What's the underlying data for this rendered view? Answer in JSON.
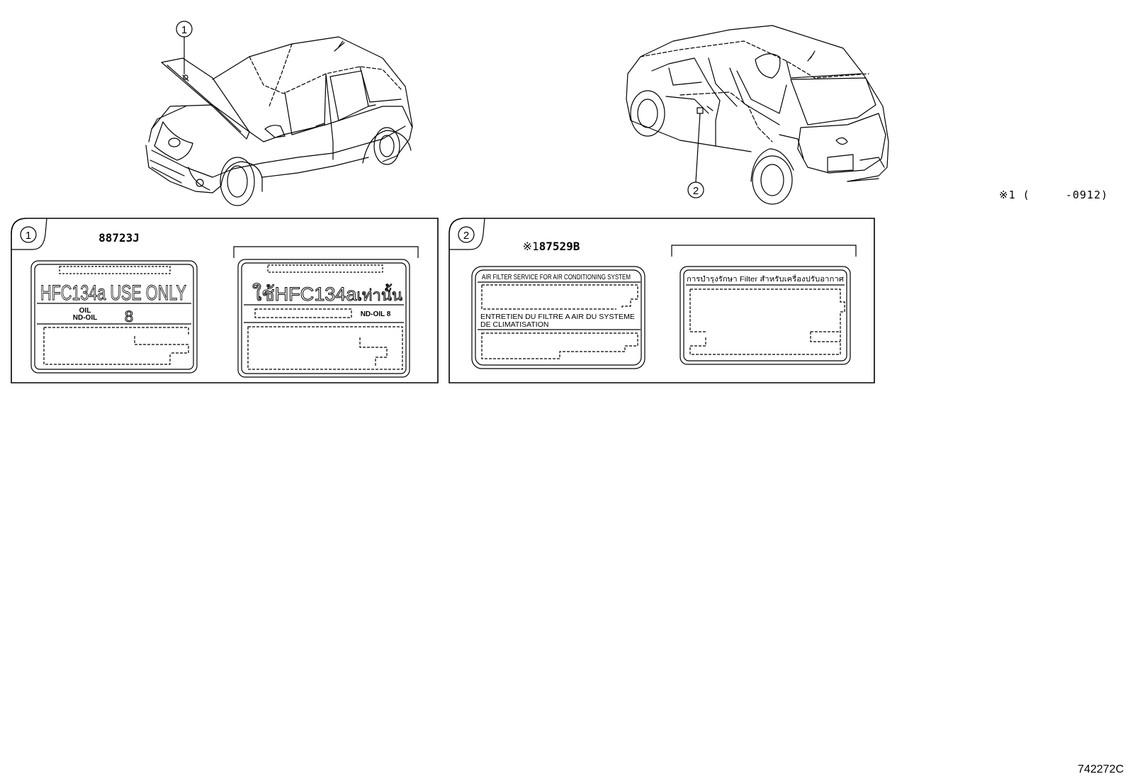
{
  "callouts": {
    "one": "1",
    "two": "2"
  },
  "panel1": {
    "part_no": "88723J",
    "label_en": {
      "main": "HFC134a USE ONLY",
      "oil_top": "OIL",
      "oil_bottom": "ND-OIL",
      "oil_num": "8"
    },
    "label_th": {
      "main_prefix": "ใช้",
      "main_code": "HFC134a",
      "main_suffix": "เท่านั้น",
      "oil": "ND-OIL 8"
    }
  },
  "panel2": {
    "part_no_mark": "※1",
    "part_no": "87529B",
    "label_en": {
      "line1": "AIR FILTER SERVICE FOR AIR CONDITIONING SYSTEM",
      "line2a": "ENTRETIEN DU FILTRE A AIR DU SYSTEME",
      "line2b": "DE CLIMATISATION"
    },
    "label_th": {
      "title": "การบำรุงรักษา Filter สำหรับเครื่องปรับอากาศ"
    }
  },
  "footnote": "※1 (     -0912)",
  "drawing_number": "742272C",
  "icons": [
    "front-car-view",
    "rear-car-view",
    "refrigerant-label",
    "air-filter-label"
  ]
}
